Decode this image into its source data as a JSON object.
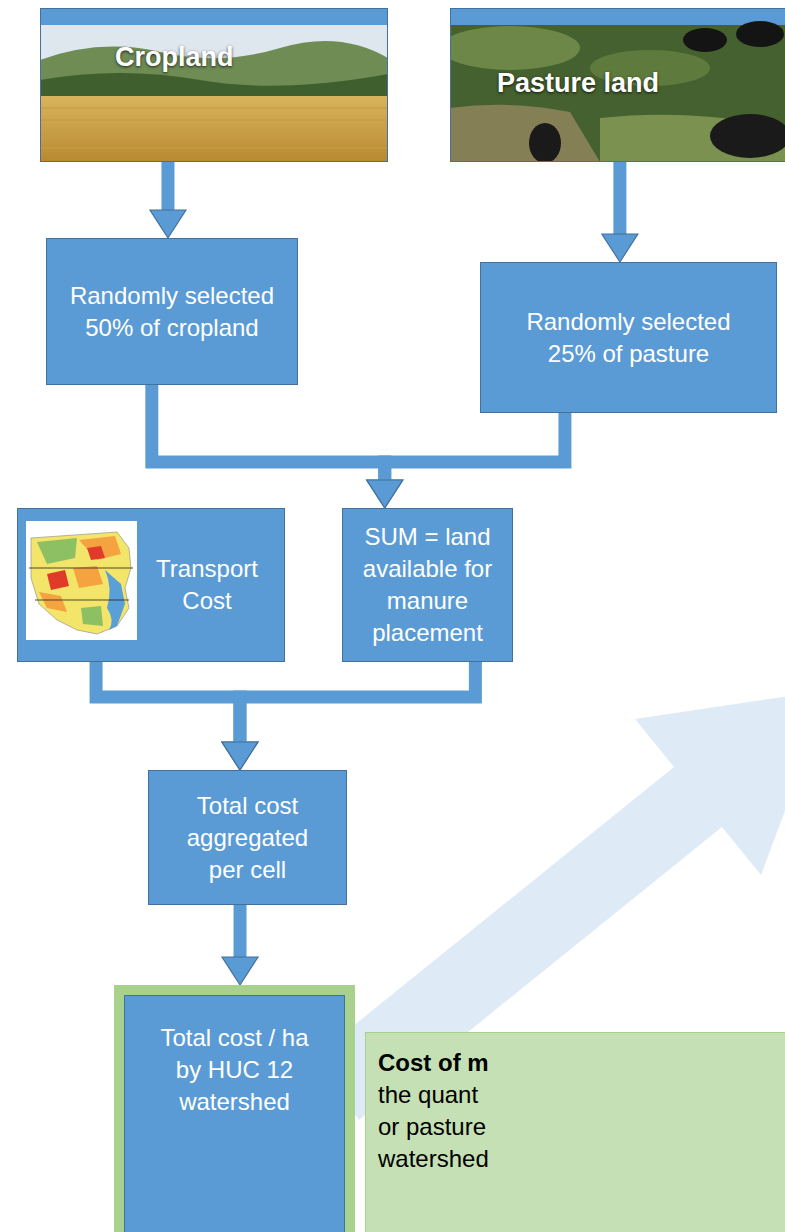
{
  "diagram": {
    "nodes": [
      {
        "text": [
          "Cropland"
        ]
      },
      {
        "text": [
          "Pasture land"
        ]
      },
      {
        "text": [
          "Randomly selected 50% of cropland"
        ]
      },
      {
        "text": [
          "Randomly selected 25% of pasture"
        ]
      },
      {
        "text": [
          "Transport Cost"
        ]
      },
      {
        "text": [
          "SUM = land available for manure placement"
        ]
      },
      {
        "text": [
          "Total cost aggregated per cell"
        ]
      },
      {
        "text": [
          "Total cost / ha by HUC 12 watershed"
        ]
      },
      {
        "text": [
          "Cost of m",
          "the quant",
          "or pasture",
          "watershed"
        ]
      }
    ],
    "edges": [
      {
        "from": 0,
        "to": 2,
        "arrow": "to"
      },
      {
        "from": 1,
        "to": 3,
        "arrow": "to"
      },
      {
        "from": 2,
        "to": 5,
        "arrow": "to"
      },
      {
        "from": 3,
        "to": 5,
        "arrow": "to"
      },
      {
        "from": 4,
        "to": 6,
        "arrow": "to"
      },
      {
        "from": 5,
        "to": 6,
        "arrow": "to"
      },
      {
        "from": 6,
        "to": 7,
        "arrow": "to"
      }
    ]
  }
}
